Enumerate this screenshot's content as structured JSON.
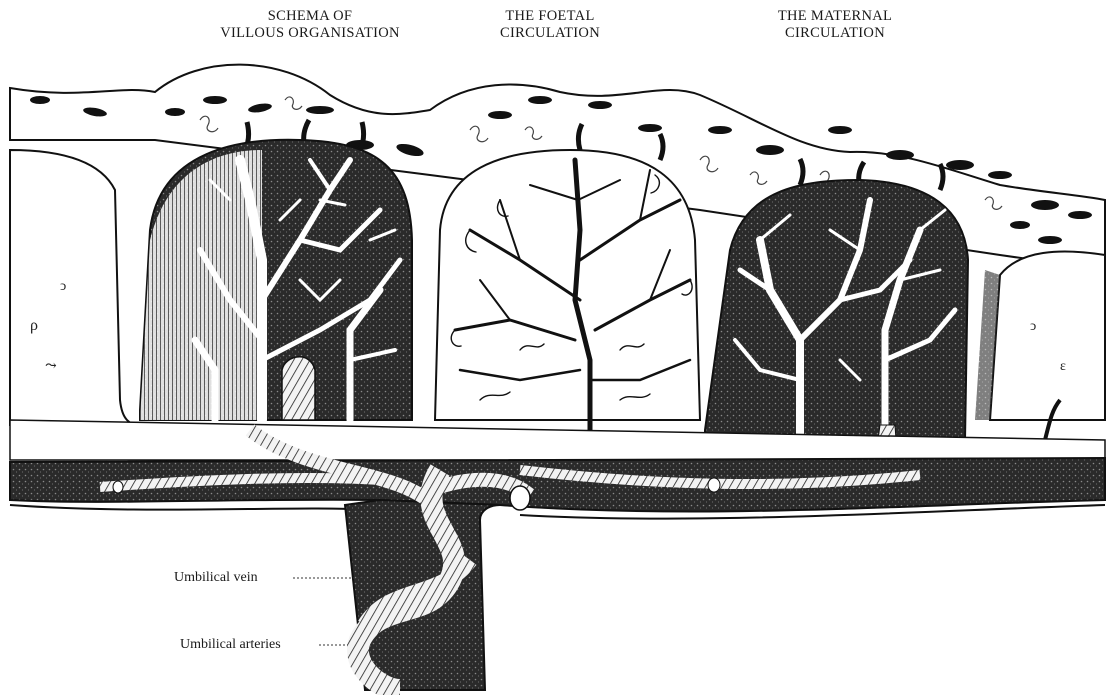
{
  "headings": {
    "villous": {
      "line1": "SCHEMA OF",
      "line2": "VILLOUS ORGANISATION"
    },
    "foetal": {
      "line1": "THE FOETAL",
      "line2": "CIRCULATION"
    },
    "maternal": {
      "line1": "THE MATERNAL",
      "line2": "CIRCULATION"
    }
  },
  "labels": {
    "umbilical_vein": "Umbilical vein",
    "umbilical_arteries": "Umbilical arteries"
  },
  "colors": {
    "ink": "#111111",
    "paper": "#ffffff",
    "stipple": "#555555"
  }
}
